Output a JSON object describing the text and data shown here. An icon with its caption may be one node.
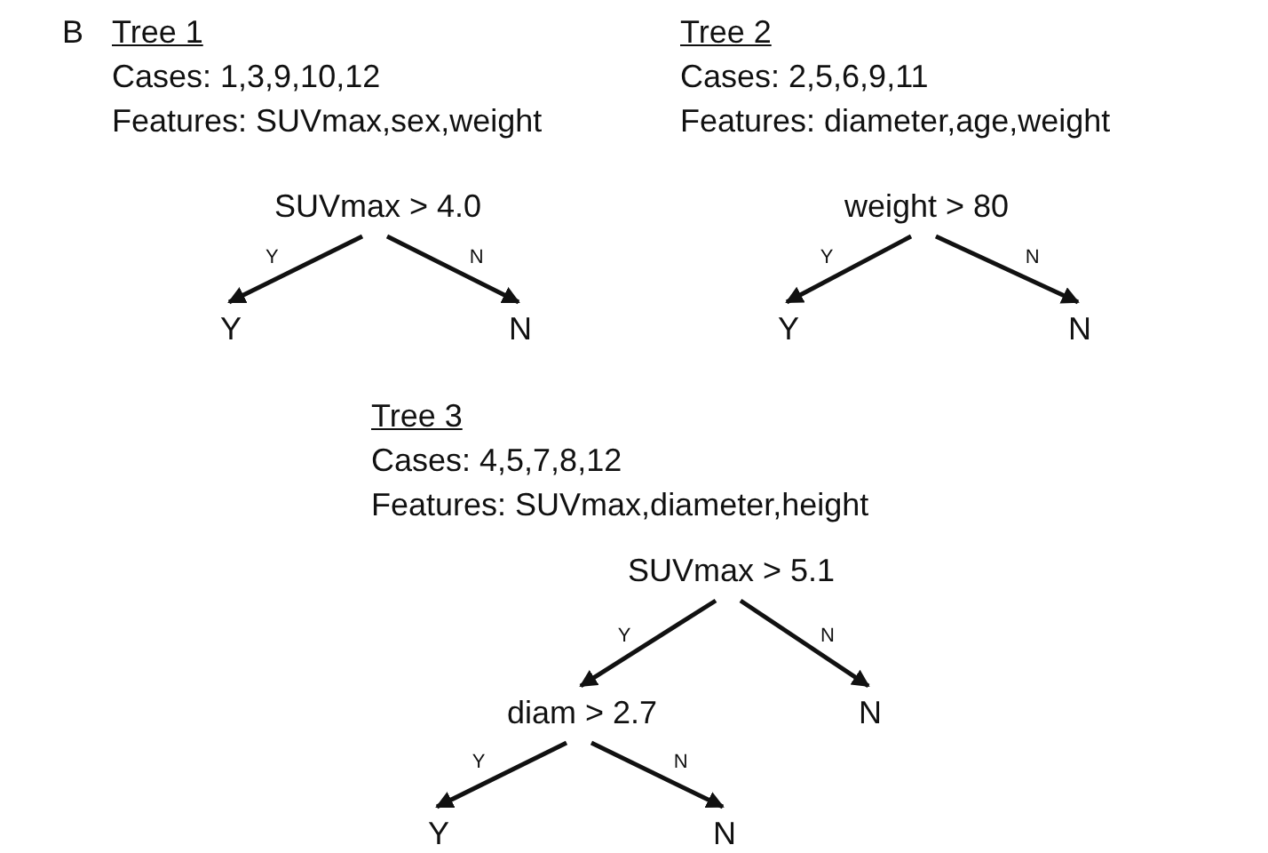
{
  "diagram": {
    "nodes": [
      {
        "text": [
          "SUVmax > 4.0"
        ]
      },
      {
        "text": [
          "Y"
        ]
      },
      {
        "text": [
          "N"
        ]
      },
      {
        "text": [
          "weight > 80"
        ]
      },
      {
        "text": [
          "Y"
        ]
      },
      {
        "text": [
          "N"
        ]
      },
      {
        "text": [
          "SUVmax > 5.1"
        ]
      },
      {
        "text": [
          "diam > 2.7"
        ]
      },
      {
        "text": [
          "N"
        ]
      },
      {
        "text": [
          "Y"
        ]
      },
      {
        "text": [
          "N"
        ]
      }
    ],
    "edges": [
      {
        "from": 0,
        "to": 1,
        "arrow": "to",
        "label": "Y"
      },
      {
        "from": 0,
        "to": 2,
        "arrow": "to",
        "label": "N"
      },
      {
        "from": 3,
        "to": 4,
        "arrow": "to",
        "label": "Y"
      },
      {
        "from": 3,
        "to": 5,
        "arrow": "to",
        "label": "N"
      },
      {
        "from": 6,
        "to": 7,
        "arrow": "to",
        "label": "Y"
      },
      {
        "from": 6,
        "to": 8,
        "arrow": "to",
        "label": "N"
      },
      {
        "from": 7,
        "to": 9,
        "arrow": "to",
        "label": "Y"
      },
      {
        "from": 7,
        "to": 10,
        "arrow": "to",
        "label": "N"
      }
    ],
    "labels": [
      "B",
      "Tree 1",
      "Cases: 1,3,9,10,12",
      "Features: SUVmax,sex,weight",
      "Tree 2",
      "Cases: 2,5,6,9,11",
      "Features: diameter,age,weight",
      "Tree 3",
      "Cases: 4,5,7,8,12",
      "Features: SUVmax,diameter,height"
    ]
  }
}
